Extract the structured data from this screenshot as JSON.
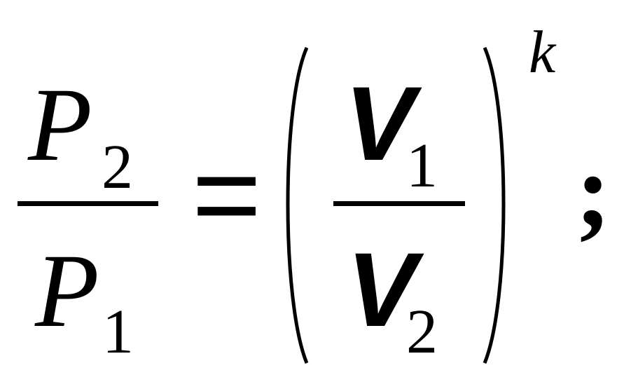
{
  "formula": {
    "left_numerator": {
      "symbol": "P",
      "subscript": "2"
    },
    "left_denominator": {
      "symbol": "P",
      "subscript": "1"
    },
    "equals": "=",
    "right_numerator": {
      "symbol": "V",
      "subscript": "1"
    },
    "right_denominator": {
      "symbol": "V",
      "subscript": "2"
    },
    "exponent": "k",
    "terminator": ";"
  },
  "colors": {
    "ink": "#000000",
    "background": "#ffffff"
  }
}
